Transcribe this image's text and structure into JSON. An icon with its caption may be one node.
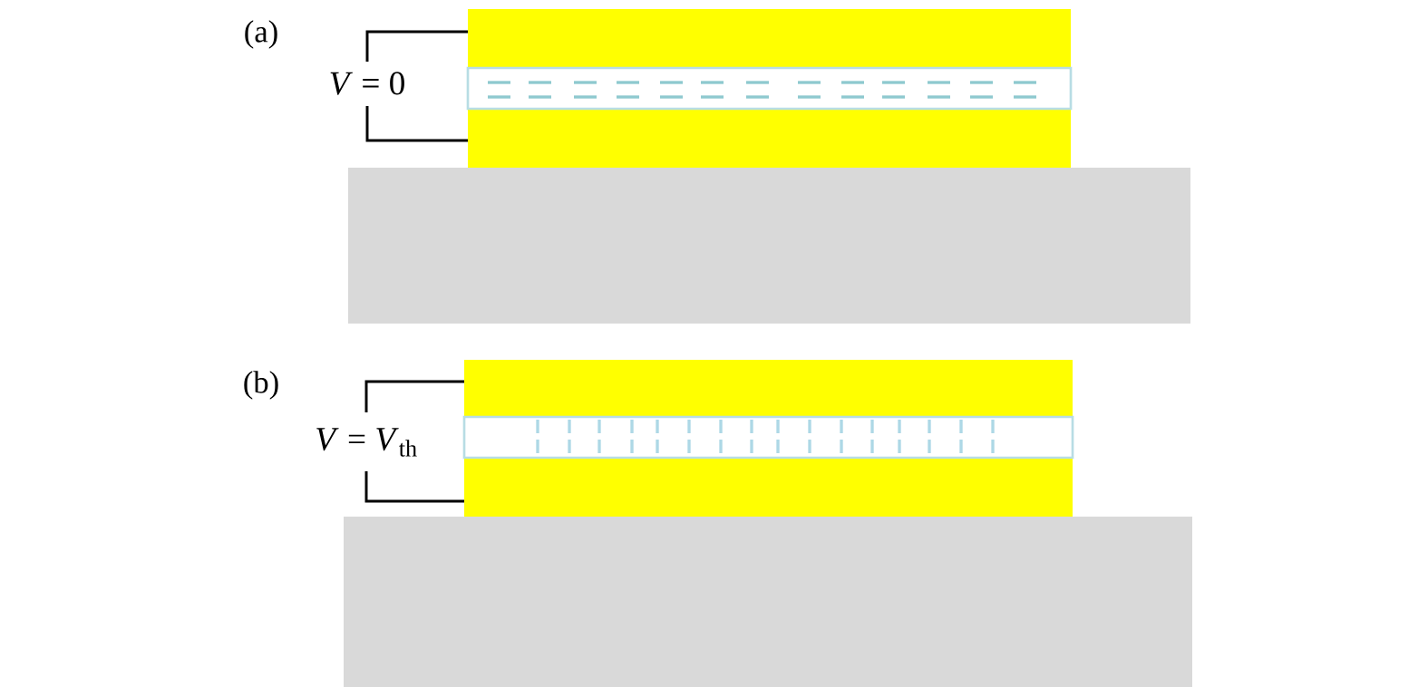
{
  "diagram": {
    "labels": [
      "(a)",
      "*V* = 0",
      "(b)",
      "*V* = *V*$_{th}$"
    ]
  }
}
